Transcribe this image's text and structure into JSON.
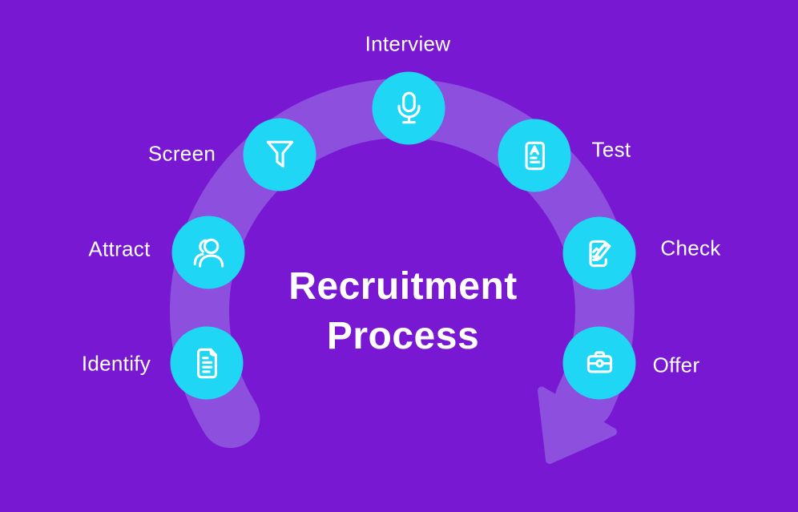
{
  "title": {
    "line1": "Recruitment",
    "line2": "Process"
  },
  "steps": [
    {
      "label": "Identify",
      "icon": "document-icon"
    },
    {
      "label": "Attract",
      "icon": "people-icon"
    },
    {
      "label": "Screen",
      "icon": "funnel-icon"
    },
    {
      "label": "Interview",
      "icon": "microphone-icon"
    },
    {
      "label": "Test",
      "icon": "test-paper-icon"
    },
    {
      "label": "Check",
      "icon": "clipboard-pencil-icon"
    },
    {
      "label": "Offer",
      "icon": "briefcase-icon"
    }
  ],
  "colors": {
    "background": "#7818D3",
    "arc_band": "#8D50DE",
    "step_circle": "#1FD7F5",
    "text": "#FFFFFF"
  }
}
